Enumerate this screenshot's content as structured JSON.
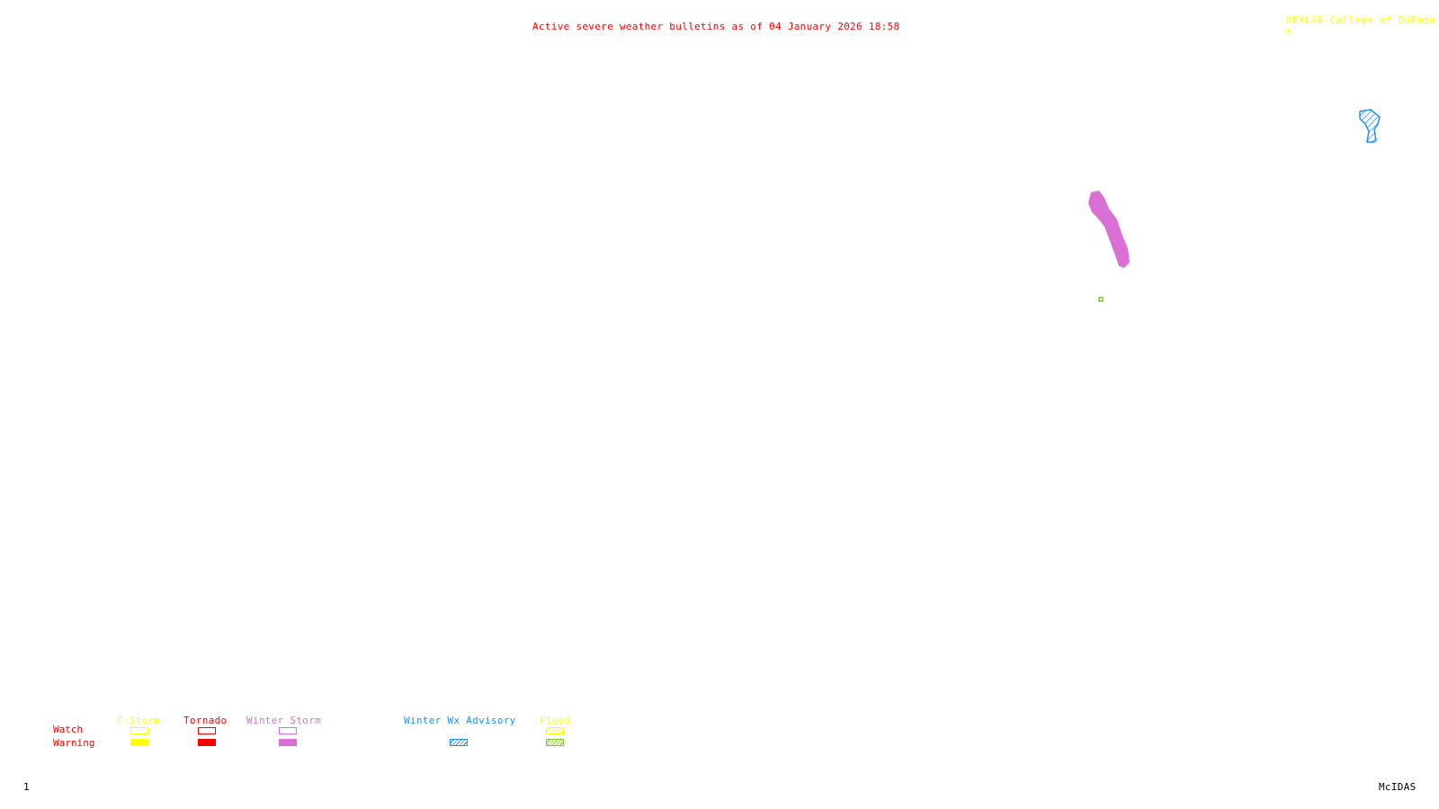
{
  "header": {
    "title": "Active severe weather bulletins as of 04 January 2026 18:58",
    "credit": "NEXLAB-College of DuPage",
    "credit_icon": "cursor-arrow-icon"
  },
  "colors": {
    "title": "#ff0000",
    "credit": "#ffff00",
    "tstorm": "#ffff00",
    "tornado": "#ff0000",
    "winter_storm": "#da70d6",
    "winter_wx_advisory": "#1e90ff",
    "flood_watch": "#ffff00",
    "flood_warning": "#7fcc1f"
  },
  "legend": {
    "row_labels": {
      "watch": "Watch",
      "warning": "Warning"
    },
    "categories": [
      {
        "label": "T-Storm",
        "watch_style": "outline",
        "warning_style": "solid"
      },
      {
        "label": "Tornado",
        "watch_style": "outline",
        "warning_style": "solid"
      },
      {
        "label": "Winter Storm",
        "watch_style": "outline",
        "warning_style": "solid"
      },
      {
        "label": "Winter Wx Advisory",
        "watch_style": "none",
        "warning_style": "hatched"
      },
      {
        "label": "Flood",
        "watch_style": "hatched",
        "warning_style": "hatched"
      }
    ]
  },
  "map_features": [
    {
      "type": "Winter Storm Warning",
      "region": "central"
    },
    {
      "type": "Winter Wx Advisory",
      "region": "northeast"
    },
    {
      "type": "Flood Warning",
      "region": "central-small"
    }
  ],
  "footer": {
    "frame_number": "1",
    "software": "McIDAS"
  }
}
